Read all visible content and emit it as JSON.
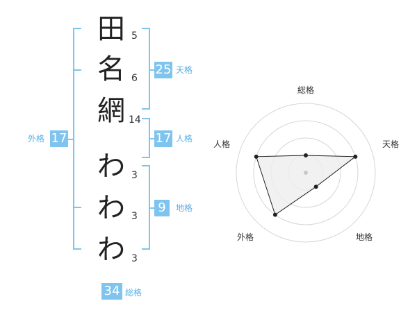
{
  "name": {
    "characters": [
      {
        "char": "田",
        "strokes": "5"
      },
      {
        "char": "名",
        "strokes": "6"
      },
      {
        "char": "網",
        "strokes": "14"
      },
      {
        "char": "わ",
        "strokes": "3"
      },
      {
        "char": "わ",
        "strokes": "3"
      },
      {
        "char": "わ",
        "strokes": "3"
      }
    ]
  },
  "kaku": {
    "tenkaku": {
      "label": "天格",
      "value": "25"
    },
    "jinkaku": {
      "label": "人格",
      "value": "17"
    },
    "chikaku": {
      "label": "地格",
      "value": "9"
    },
    "gaikaku": {
      "label": "外格",
      "value": "17"
    },
    "soukaku": {
      "label": "総格",
      "value": "34"
    }
  },
  "radar": {
    "axes": [
      "総格",
      "天格",
      "地格",
      "外格",
      "人格"
    ],
    "values": [
      1,
      3,
      1,
      3,
      3
    ],
    "max": 4,
    "colors": {
      "fill": "#eeeeee",
      "line": "#222222",
      "ring": "#d6d6d6"
    }
  },
  "colors": {
    "accent": "#7fc4ee"
  }
}
